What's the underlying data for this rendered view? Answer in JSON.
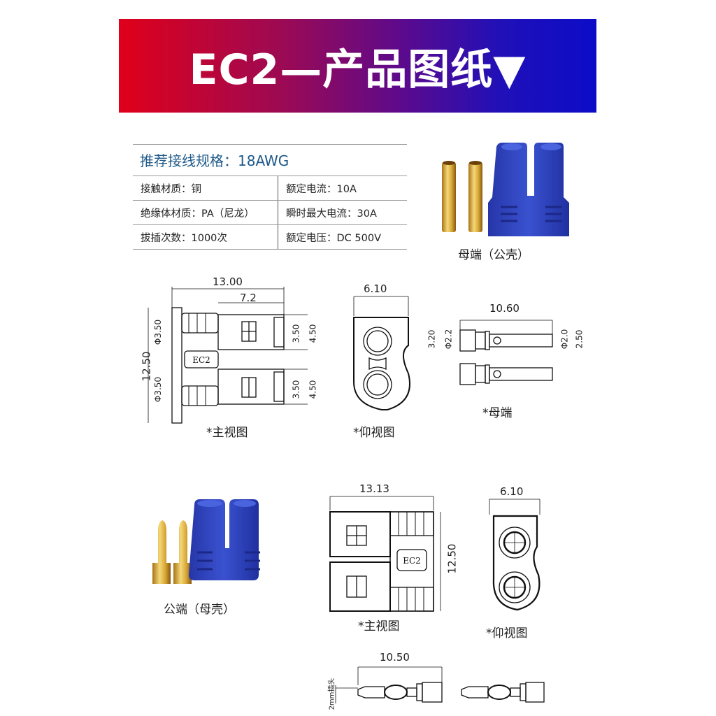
{
  "banner": {
    "title": "EC2—产品图纸▼",
    "gradient_colors": [
      "#e0001a",
      "#0c0cc8"
    ]
  },
  "spec_table": {
    "heading": "推荐接线规格：18AWG",
    "rows": [
      {
        "left": "接触材质：铜",
        "right": "额定电流：10A"
      },
      {
        "left": "绝缘体材质：PA（尼龙）",
        "right": "瞬时最大电流：30A"
      },
      {
        "left": "拔插次数：1000次",
        "right": "额定电压：DC 500V"
      }
    ]
  },
  "photos": {
    "female": {
      "caption": "母端（公壳）",
      "housing_color": "#2b3fb8",
      "pin_color": "#d8a838"
    },
    "male": {
      "caption": "公端（母壳）",
      "housing_color": "#2b3fb8",
      "pin_color": "#d8a838"
    }
  },
  "female_front_view": {
    "caption": "*主视图",
    "label": "EC2",
    "dims": {
      "width_total": "13.00",
      "width_body": "7.2",
      "height": "12.50",
      "dia_top": "Φ3.50",
      "dia_bottom": "Φ3.50",
      "inner_top": "3.50",
      "outer_top": "4.50",
      "inner_bottom": "3.50",
      "outer_bottom": "4.50"
    }
  },
  "female_bottom_view": {
    "caption": "*仰视图",
    "dims": {
      "width": "6.10"
    }
  },
  "female_pin_view": {
    "caption": "*母端",
    "dims": {
      "length": "10.60",
      "outer_left": "3.20",
      "dia_left": "Φ2.2",
      "dia_right": "Φ2.0",
      "outer_right": "2.50"
    }
  },
  "male_front_view": {
    "caption": "*主视图",
    "label": "EC2",
    "dims": {
      "width": "13.13",
      "height": "12.50"
    }
  },
  "male_bottom_view": {
    "caption": "*仰视图",
    "dims": {
      "width": "6.10"
    }
  },
  "male_pin_view": {
    "dims": {
      "length": "10.50",
      "plug_label": "2mm插头"
    }
  }
}
